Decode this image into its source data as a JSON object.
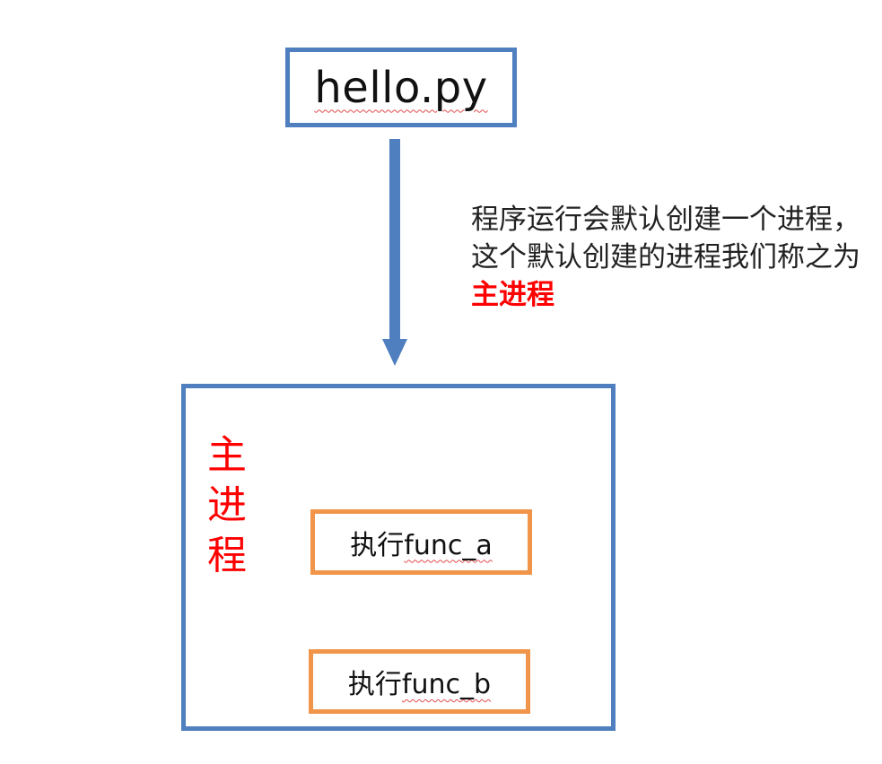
{
  "file_box": {
    "label": "hello.py"
  },
  "note": {
    "text": "程序运行会默认创建一个进程，这个默认创建的进程我们称之为",
    "highlight": "主进程"
  },
  "process_box": {
    "label_chars": [
      "主",
      "进",
      "程"
    ],
    "steps": [
      {
        "prefix": "执行",
        "func": "func_a"
      },
      {
        "prefix": "执行",
        "func": "func_b"
      }
    ]
  },
  "colors": {
    "box_border": "#4f7fbf",
    "step_border": "#f0954a",
    "arrow_blue": "#4f7fbf",
    "arrow_red": "#ff0000",
    "highlight_text": "#ff0000"
  }
}
